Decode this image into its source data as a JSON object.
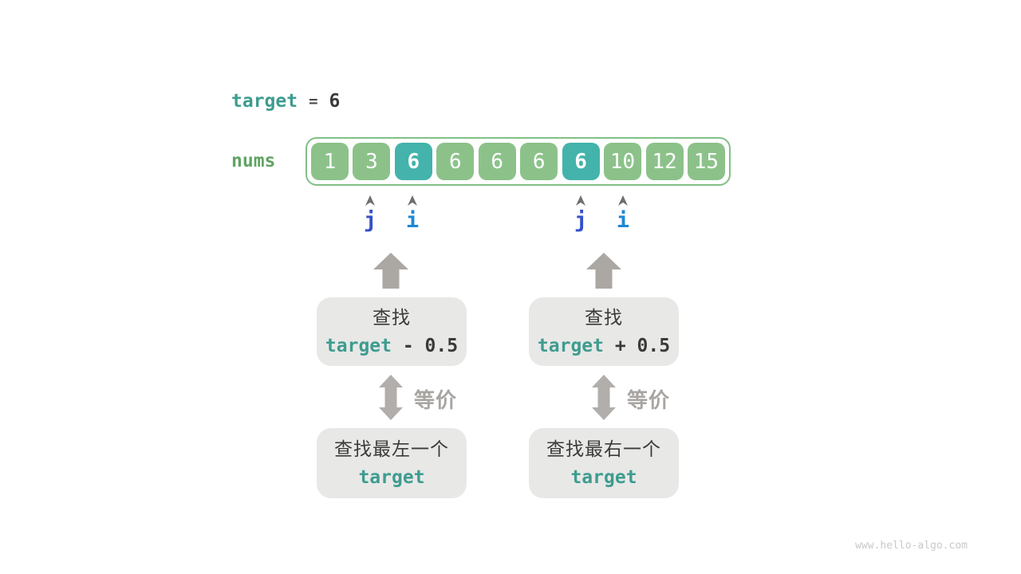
{
  "header": {
    "target_var": "target",
    "equals": "=",
    "target_value": "6"
  },
  "array": {
    "label": "nums",
    "values": [
      "1",
      "3",
      "6",
      "6",
      "6",
      "6",
      "6",
      "10",
      "12",
      "15"
    ],
    "highlight_indices": [
      2,
      6
    ]
  },
  "pointers": [
    {
      "label": "j"
    },
    {
      "label": "i"
    },
    {
      "label": "j"
    },
    {
      "label": "i"
    }
  ],
  "columns": [
    {
      "search_prefix": "查找",
      "expr_var": "target",
      "expr_rest": " - 0.5",
      "equiv_label": "等价",
      "result_text": "查找最左一个",
      "result_var": "target"
    },
    {
      "search_prefix": "查找",
      "expr_var": "target",
      "expr_rest": " + 0.5",
      "equiv_label": "等价",
      "result_text": "查找最右一个",
      "result_var": "target"
    }
  ],
  "watermark": "www.hello-algo.com",
  "colors": {
    "teal_text": "#3e9c8f",
    "dark_text": "#3a3a3a",
    "nums_label_green": "#5fa463",
    "cell_green": "#8cc28a",
    "cell_highlight_teal": "#44b3ab",
    "array_border_green": "#82bf86",
    "pointer_j_blue": "#3450cb",
    "pointer_i_blue": "#1e88d3",
    "caret_gray": "#6f6f6f",
    "arrow_gray": "#aba7a2",
    "double_arrow_gray": "#b1aeab",
    "equiv_text_gray": "#a8a5a2",
    "box_bg_gray": "#e8e8e7",
    "watermark_gray": "#c9c9c9"
  }
}
